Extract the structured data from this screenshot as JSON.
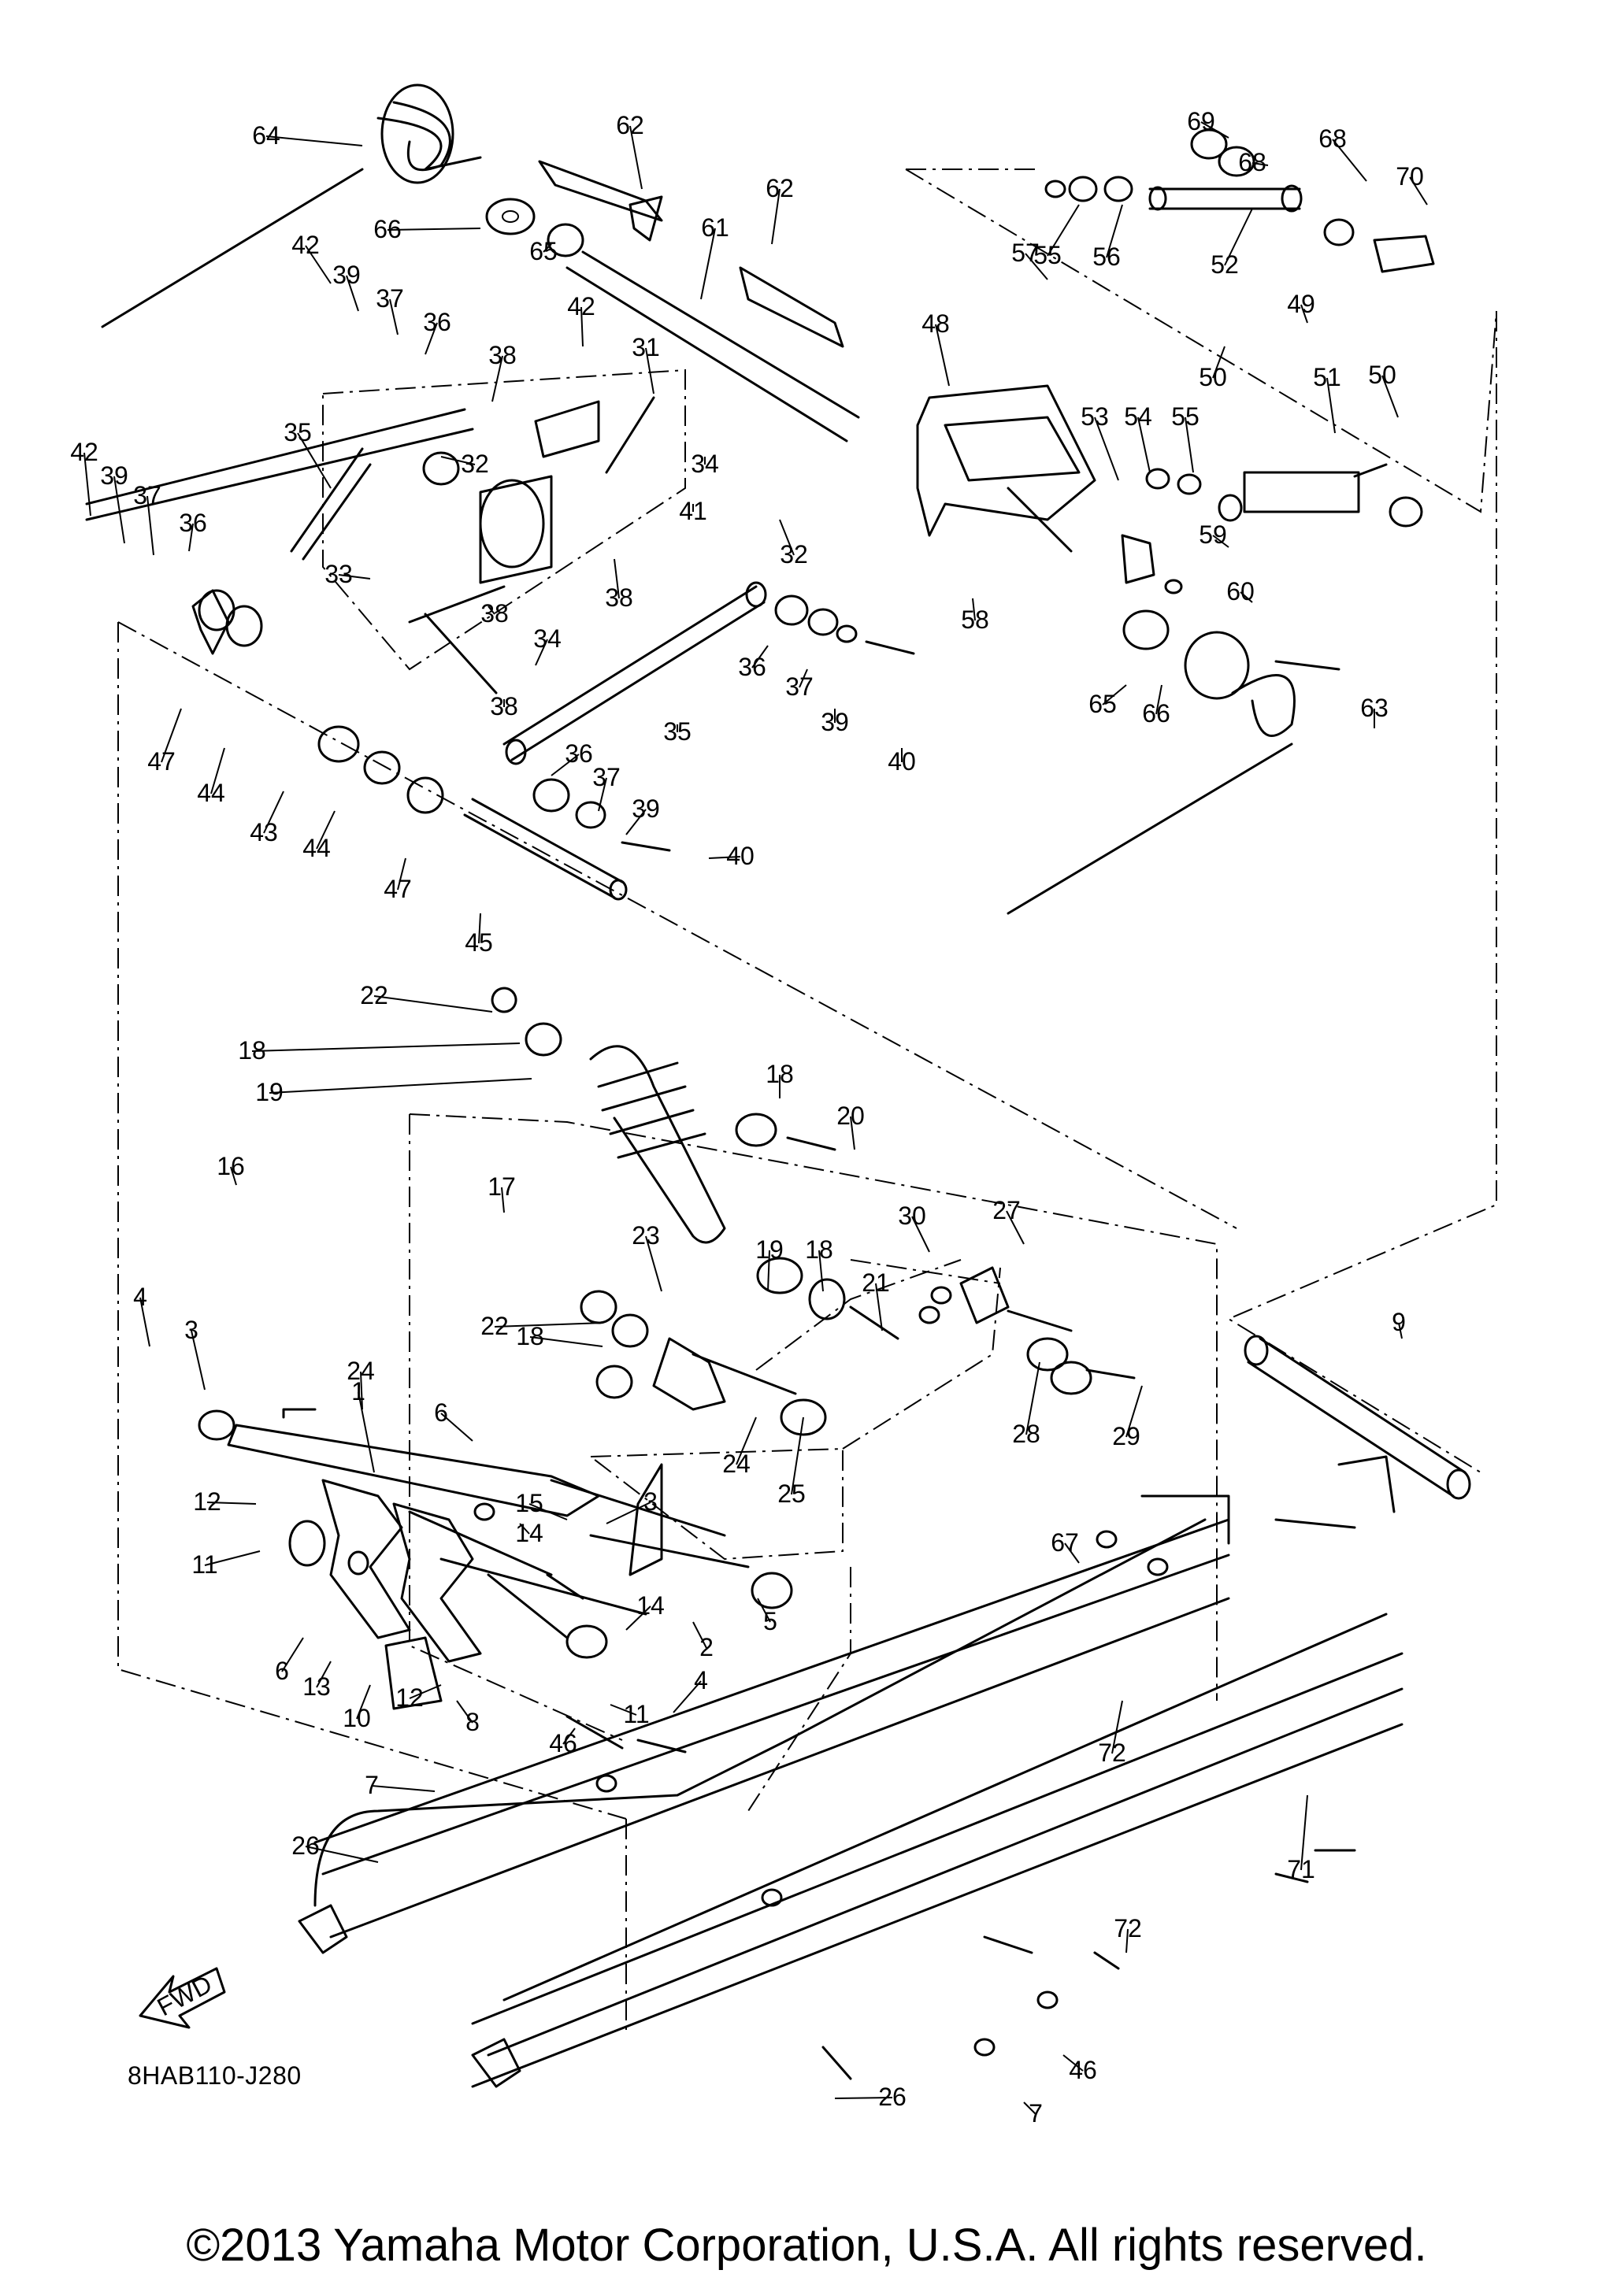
{
  "drawing_code": "8HAB110-J280",
  "copyright": "©2013 Yamaha Motor Corporation, U.S.A. All rights reserved.",
  "fwd_label": "FWD",
  "callouts": [
    "64",
    "62",
    "62",
    "61",
    "66",
    "65",
    "42",
    "39",
    "37",
    "36",
    "38",
    "42",
    "31",
    "35",
    "32",
    "34",
    "42",
    "39",
    "37",
    "36",
    "33",
    "38",
    "32",
    "41",
    "34",
    "38",
    "38",
    "36",
    "37",
    "39",
    "40",
    "47",
    "44",
    "43",
    "44",
    "47",
    "45",
    "35",
    "36",
    "37",
    "39",
    "40",
    "69",
    "68",
    "68",
    "70",
    "55",
    "56",
    "52",
    "57",
    "49",
    "48",
    "50",
    "51",
    "50",
    "53",
    "54",
    "55",
    "59",
    "60",
    "58",
    "65",
    "66",
    "63",
    "22",
    "18",
    "19",
    "16",
    "17",
    "18",
    "20",
    "30",
    "27",
    "19",
    "18",
    "21",
    "23",
    "4",
    "3",
    "24",
    "22",
    "18",
    "6",
    "1",
    "24",
    "25",
    "28",
    "29",
    "15",
    "14",
    "12",
    "11",
    "3",
    "14",
    "2",
    "5",
    "6",
    "13",
    "10",
    "12",
    "8",
    "11",
    "4",
    "46",
    "7",
    "26",
    "9",
    "67",
    "72",
    "71",
    "72",
    "46",
    "7",
    "26",
    "9"
  ]
}
